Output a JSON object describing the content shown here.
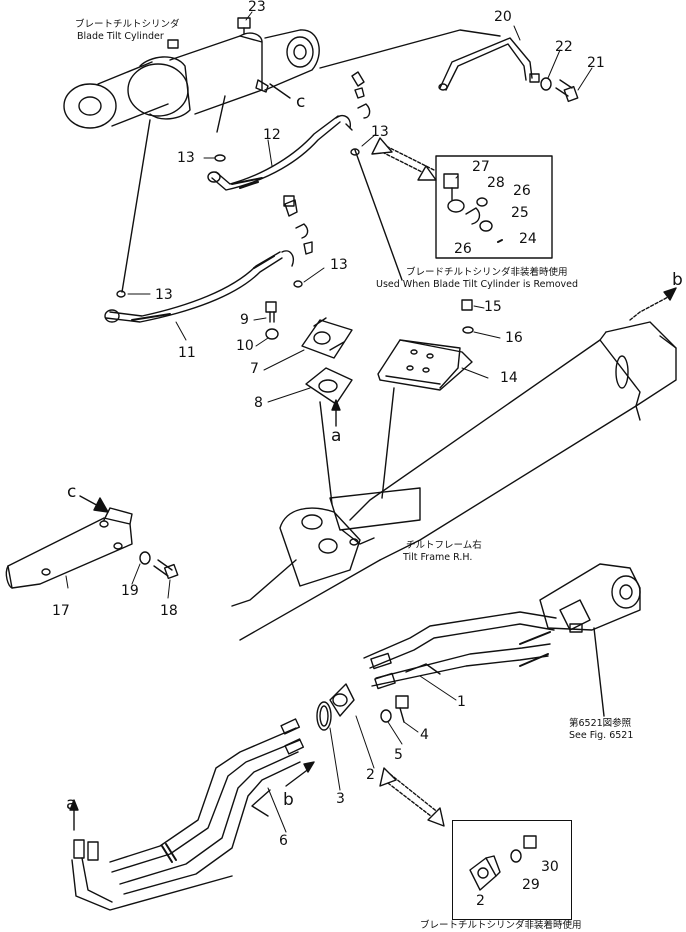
{
  "captions": {
    "blade_tilt_jp": "ブレートチルトシリンダ",
    "blade_tilt_en": "Blade Tilt Cylinder",
    "used_when_jp": "ブレードチルトシリンダ非装着時使用",
    "used_when_en": "Used When Blade Tilt Cylinder is Removed",
    "tilt_frame_jp": "チルトフレーム右",
    "tilt_frame_en": "Tilt Frame R.H.",
    "see_fig_jp": "第6521図参照",
    "see_fig_en": "See Fig. 6521",
    "bottom_jp": "ブレートチルトシリンダ非装着時使用"
  },
  "refs": {
    "a": "a",
    "b": "b",
    "c": "c"
  },
  "parts": {
    "p1": "1",
    "p2": "2",
    "p3": "3",
    "p4": "4",
    "p5": "5",
    "p6": "6",
    "p7": "7",
    "p8": "8",
    "p9": "9",
    "p10": "10",
    "p11": "11",
    "p12": "12",
    "p13": "13",
    "p14": "14",
    "p15": "15",
    "p16": "16",
    "p17": "17",
    "p18": "18",
    "p19": "19",
    "p20": "20",
    "p21": "21",
    "p22": "22",
    "p23": "23",
    "p24": "24",
    "p25": "25",
    "p26": "26",
    "p27": "27",
    "p28": "28",
    "p29": "29",
    "p30": "30"
  }
}
